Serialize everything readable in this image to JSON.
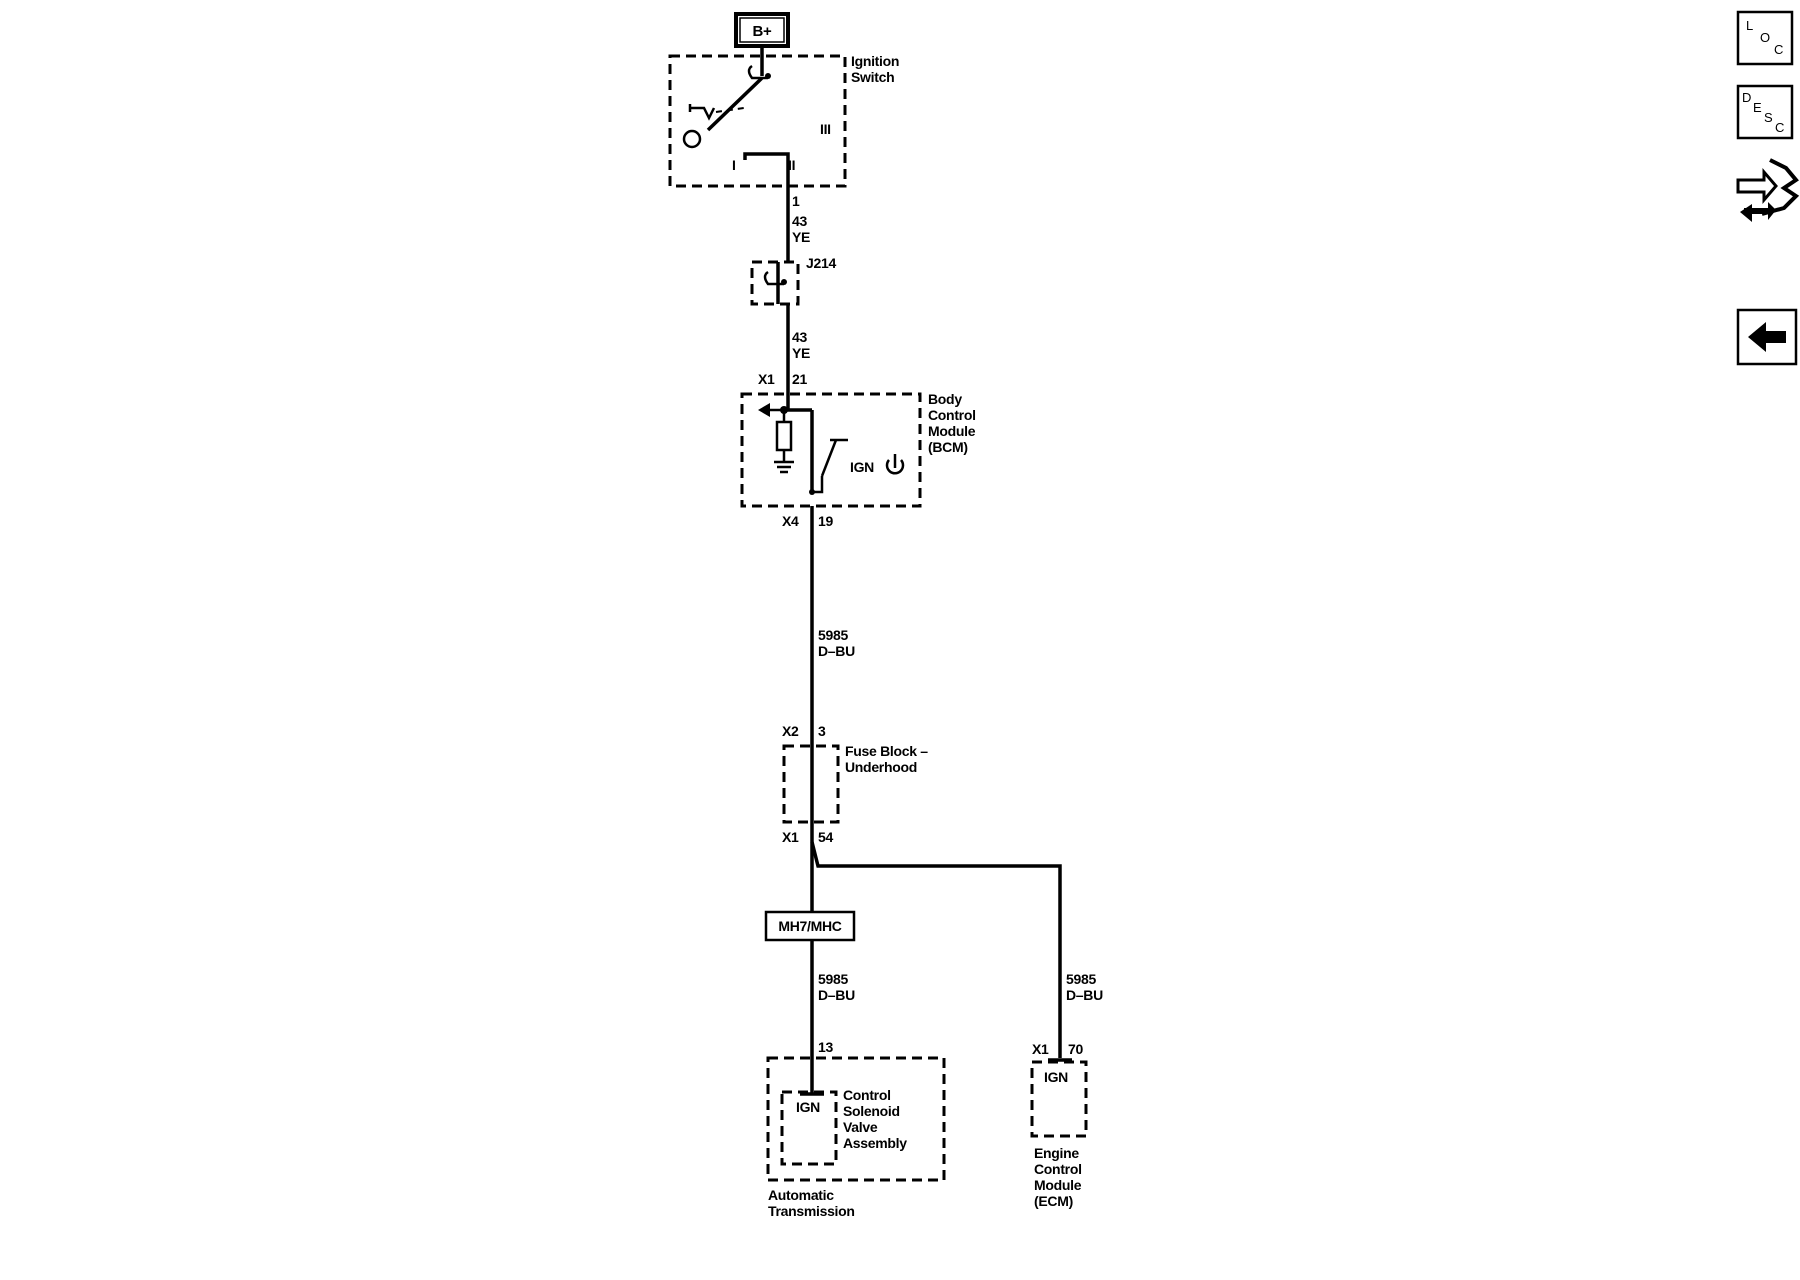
{
  "power": {
    "label": "B+"
  },
  "ignition_switch": {
    "label_l1": "Ignition",
    "label_l2": "Switch",
    "pos_i": "I",
    "pos_ii": "II",
    "pos_iii": "III",
    "pin": "1"
  },
  "wire_43_upper": {
    "circuit": "43",
    "color": "YE"
  },
  "splice": {
    "label": "J214"
  },
  "wire_43_lower": {
    "circuit": "43",
    "color": "YE"
  },
  "bcm": {
    "label_l1": "Body",
    "label_l2": "Control",
    "label_l3": "Module",
    "label_l4": "(BCM)",
    "in_connector": "X1",
    "in_pin": "21",
    "out_connector": "X4",
    "out_pin": "19",
    "ign_label": "IGN"
  },
  "wire_5985_main": {
    "circuit": "5985",
    "color": "D–BU"
  },
  "fuse_block": {
    "label_l1": "Fuse Block –",
    "label_l2": "Underhood",
    "in_connector": "X2",
    "in_pin": "3",
    "out_connector": "X1",
    "out_pin": "54"
  },
  "option_code": {
    "label": "MH7/MHC"
  },
  "wire_5985_tcm": {
    "circuit": "5985",
    "color": "D–BU"
  },
  "wire_5985_ecm": {
    "circuit": "5985",
    "color": "D–BU"
  },
  "automatic_transmission": {
    "pin": "13",
    "ign_label": "IGN",
    "valve_l1": "Control",
    "valve_l2": "Solenoid",
    "valve_l3": "Valve",
    "valve_l4": "Assembly",
    "label_l1": "Automatic",
    "label_l2": "Transmission"
  },
  "ecm": {
    "connector": "X1",
    "pin": "70",
    "ign_label": "IGN",
    "label_l1": "Engine",
    "label_l2": "Control",
    "label_l3": "Module",
    "label_l4": "(ECM)"
  },
  "nav": {
    "loc": {
      "l1": "L",
      "l2": "O",
      "l3": "C"
    },
    "desc": {
      "l1": "D",
      "l2": "E",
      "l3": "S",
      "l4": "C"
    },
    "icons": [
      "connector-view-icon",
      "back-arrow-icon"
    ]
  }
}
